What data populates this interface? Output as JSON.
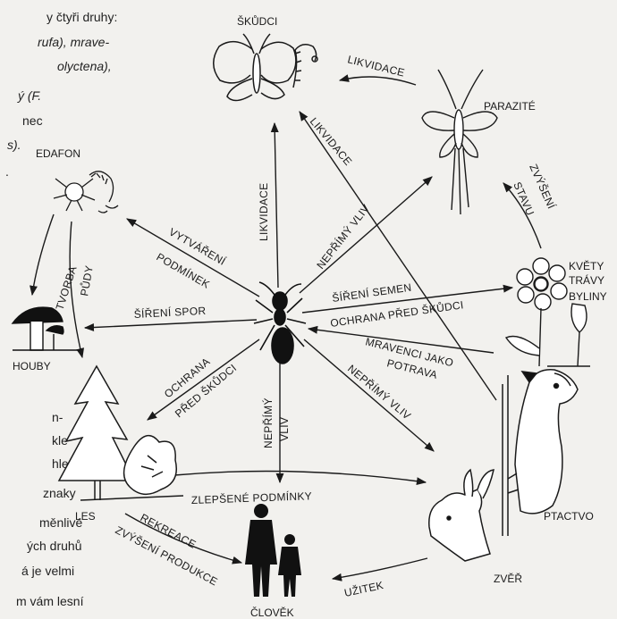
{
  "nodes": {
    "skudci": "ŠKŮDCI",
    "parazite": "PARAZITÉ",
    "edafon": "EDAFON",
    "kvety": [
      "KVĚTY",
      "TRÁVY",
      "BYLINY"
    ],
    "houby": "HOUBY",
    "les": "LES",
    "ptactvo": "PTACTVO",
    "zver": "ZVĚŘ",
    "clovek": "ČLOVĚK"
  },
  "edges": {
    "likvidace_top": "LIKVIDACE",
    "likvidace_diag": "LIKVIDACE",
    "likvidace_vert": "LIKVIDACE",
    "zvyseni_stavu": [
      "ZVÝŠENÍ",
      "STAVU"
    ],
    "vytvareni_podminek": [
      "VYTVÁŘENÍ",
      "PODMÍNEK"
    ],
    "nepriamy_vliv_up": "NEPŘÍMÝ VLIV",
    "tvorba_pudy": [
      "TVORBA",
      "PŮDY"
    ],
    "sireni_spor": "ŠÍŘENÍ SPOR",
    "sireni_semen": "ŠÍŘENÍ SEMEN",
    "ochrana_skudci_right": "OCHRANA PŘED ŠKŮDCI",
    "mravenci_potrava": [
      "MRAVENCI JAKO",
      "POTRAVA"
    ],
    "nepriamy_vliv_right": "NEPŘÍMÝ VLIV",
    "ochrana_skudci_left": [
      "OCHRANA",
      "PŘED ŠKŮDCI"
    ],
    "nepriamy_vliv_down": [
      "NEPŘÍMÝ",
      "VLIV"
    ],
    "zlepsene_podminky": "ZLEPŠENÉ PODMÍNKY",
    "rekreace": "REKREACE",
    "zvyseni_produkce": "ZVÝŠENÍ PRODUKCE",
    "uzitek": "UŽITEK"
  },
  "text_fragments": {
    "top": [
      "y čtyři druhy:",
      "rufa), mrave-",
      "olyctena),",
      "ý  (F.",
      "nec",
      "s).",
      "."
    ],
    "bottom": [
      "n-",
      "kle",
      "hle-",
      "znaky",
      "měnlivé",
      "ých druhů",
      "á  je  velmi",
      "m  vám  lesní"
    ]
  }
}
